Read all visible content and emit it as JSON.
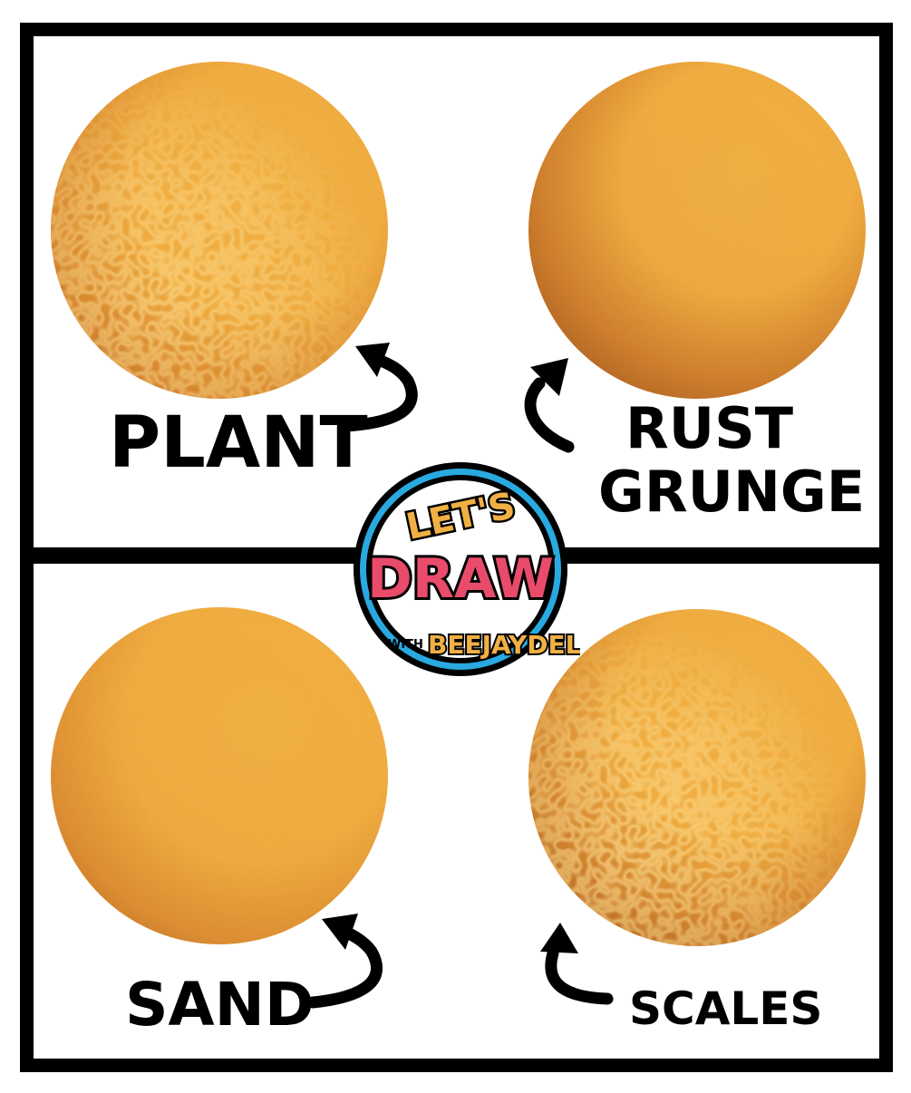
{
  "labels": {
    "plant": "PLANT",
    "rust_line1": "RUST",
    "rust_line2": "GRUNGE",
    "sand": "SAND",
    "scales": "SCALES"
  },
  "logo": {
    "line1": "LET'S",
    "line2": "DRAW",
    "with": "WITH",
    "name": "BEEJAYDEL"
  },
  "colors": {
    "sphere_light": "#efac40",
    "sphere_dark": "#a9561c",
    "logo_yellow": "#f1b043",
    "logo_pink": "#e94b6b",
    "logo_blue": "#29a9e0"
  }
}
